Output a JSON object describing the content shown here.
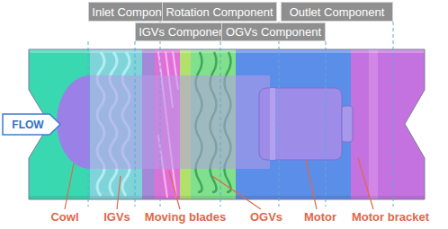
{
  "diagram": {
    "nodes": [
      {
        "text": [
          "Inlet Component"
        ]
      },
      {
        "text": [
          "Rotation Component"
        ]
      },
      {
        "text": [
          "Outlet Component"
        ]
      },
      {
        "text": [
          "IGVs Component"
        ]
      },
      {
        "text": [
          "OGVs Component"
        ]
      },
      {
        "text": [
          "FLOW"
        ]
      }
    ],
    "labels": [
      "Cowl",
      "IGVs",
      "Moving blades",
      "OGVs",
      "Motor",
      "Motor bracket"
    ]
  }
}
